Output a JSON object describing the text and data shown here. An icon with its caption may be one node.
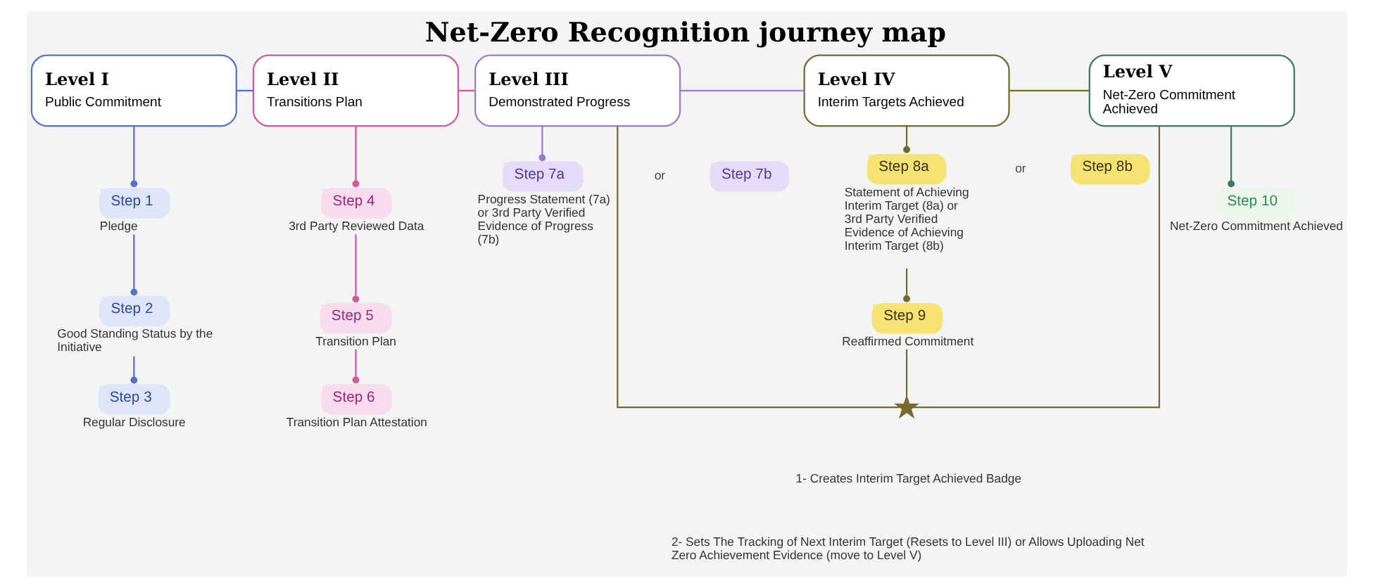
{
  "diagram": {
    "title": "Net-Zero Recognition journey map",
    "nodes": [
      {
        "text": [
          "Level I",
          "Public Commitment"
        ]
      },
      {
        "text": [
          "Level II",
          "Transitions Plan"
        ]
      },
      {
        "text": [
          "Level III",
          "Demonstrated Progress"
        ]
      },
      {
        "text": [
          "Level IV",
          "Interim Targets Achieved"
        ]
      },
      {
        "text": [
          "Level V",
          "Net-Zero Commitment Achieved"
        ]
      },
      {
        "text": [
          "Step 1"
        ],
        "beside": [
          "Pledge"
        ]
      },
      {
        "text": [
          "Step 2"
        ],
        "beside": [
          "Good Standing Status by the Initiative"
        ]
      },
      {
        "text": [
          "Step 3"
        ],
        "beside": [
          "Regular Disclosure"
        ]
      },
      {
        "text": [
          "Step 4"
        ],
        "beside": [
          "3rd Party Reviewed Data"
        ]
      },
      {
        "text": [
          "Step 5"
        ],
        "beside": [
          "Transition Plan"
        ]
      },
      {
        "text": [
          "Step 6"
        ],
        "beside": [
          "Transition Plan Attestation"
        ]
      },
      {
        "text": [
          "Step 7a"
        ],
        "beside": [
          "Progress Statement (7a) or 3rd Party Verified Evidence of Progress (7b)"
        ]
      },
      {
        "text": [
          "Step 7b"
        ]
      },
      {
        "text": [
          "Step 8a"
        ],
        "beside": [
          "Statement of Achieving Interim Target (8a) or 3rd Party Verified Evidence of Achieving Interim Target (8b)"
        ]
      },
      {
        "text": [
          "Step 8b"
        ]
      },
      {
        "text": [
          "Step 9"
        ],
        "beside": [
          "Reaffirmed Commitment"
        ]
      },
      {
        "text": [
          "Step 10"
        ],
        "beside": [
          "Net-Zero Commitment Achieved"
        ]
      },
      {
        "text": [],
        "shape": "star"
      }
    ],
    "edges": [
      {
        "from": 0,
        "to": 1,
        "arrow": "none",
        "color": "#5472c8"
      },
      {
        "from": 1,
        "to": 2,
        "arrow": "none",
        "color": "#d1579f"
      },
      {
        "from": 2,
        "to": 3,
        "arrow": "none",
        "color": "#9a7cc8"
      },
      {
        "from": 3,
        "to": 4,
        "arrow": "none",
        "color": "#766a2c"
      },
      {
        "from": 0,
        "to": 5,
        "arrow": "other",
        "color": "#5472c8"
      },
      {
        "from": 5,
        "to": 6,
        "arrow": "other",
        "color": "#5472c8"
      },
      {
        "from": 6,
        "to": 7,
        "arrow": "other",
        "color": "#5472c8"
      },
      {
        "from": 1,
        "to": 8,
        "arrow": "other",
        "color": "#d1579f"
      },
      {
        "from": 8,
        "to": 9,
        "arrow": "other",
        "color": "#d1579f"
      },
      {
        "from": 9,
        "to": 10,
        "arrow": "other",
        "color": "#d1579f"
      },
      {
        "from": 2,
        "to": 11,
        "arrow": "other",
        "color": "#9a7cc8"
      },
      {
        "from": 3,
        "to": 13,
        "arrow": "other",
        "color": "#766a2c"
      },
      {
        "from": 13,
        "to": 15,
        "arrow": "other",
        "color": "#766a2c"
      },
      {
        "from": 15,
        "to": 17,
        "arrow": "none",
        "color": "#766a2c"
      },
      {
        "from": 17,
        "to": 2,
        "arrow": "none",
        "color": "#766a2c"
      },
      {
        "from": 17,
        "to": 4,
        "arrow": "none",
        "color": "#766a2c"
      },
      {
        "from": 4,
        "to": 16,
        "arrow": "other",
        "color": "#3e7b63"
      }
    ],
    "labels": [
      "or",
      "or",
      "1- Creates Interim Target Achieved Badge",
      "2- Sets The Tracking of Next Interim Target (Resets to Level III) or Allows Uploading Net Zero Achievement Evidence (move to Level V)"
    ]
  }
}
